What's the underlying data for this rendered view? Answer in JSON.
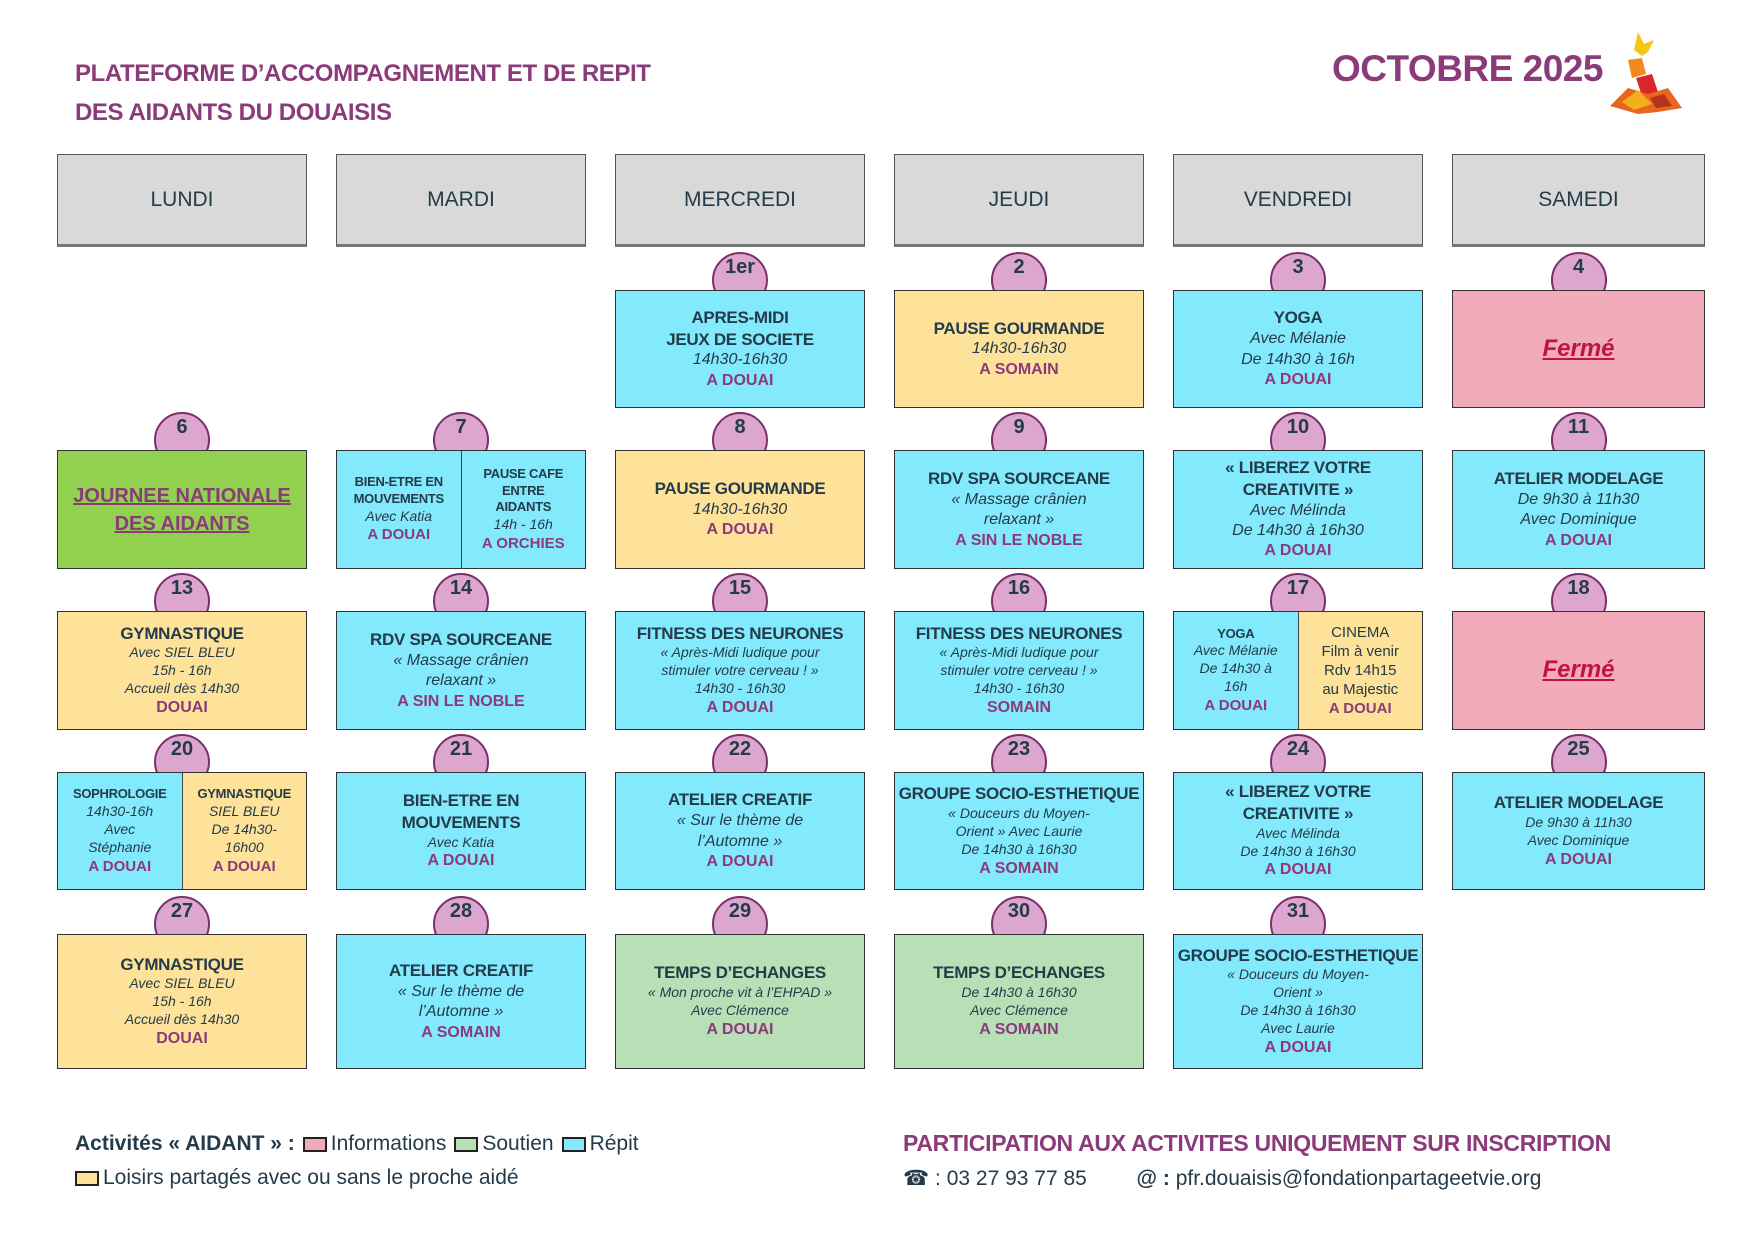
{
  "header": {
    "title_line1": "PLATEFORME D’ACCOMPAGNEMENT ET DE REPIT",
    "title_line2": "DES AIDANTS DU DOUAISIS",
    "month": "OCTOBRE 2025"
  },
  "colors": {
    "repit": "#83e9fd",
    "loisirs": "#ffe29a",
    "information": "#f2abba",
    "soutien": "#b8e0b6",
    "journee": "#92d050",
    "accent": "#8b3a7a"
  },
  "days": [
    "LUNDI",
    "MARDI",
    "MERCREDI",
    "JEUDI",
    "VENDREDI",
    "SAMEDI"
  ],
  "cells": [
    {
      "day": "1er",
      "col": 2,
      "row": 0,
      "parts": [
        {
          "type": "repit",
          "lines": [
            {
              "t": "APRES-MIDI",
              "k": "h"
            },
            {
              "t": "JEUX DE SOCIETE",
              "k": "h"
            },
            {
              "t": "14h30-16h30",
              "k": "i"
            },
            {
              "t": "A DOUAI",
              "k": "p"
            }
          ]
        }
      ]
    },
    {
      "day": "2",
      "col": 3,
      "row": 0,
      "parts": [
        {
          "type": "loisirs",
          "lines": [
            {
              "t": "PAUSE GOURMANDE",
              "k": "h"
            },
            {
              "t": "14h30-16h30",
              "k": "i"
            },
            {
              "t": "A SOMAIN",
              "k": "p"
            }
          ]
        }
      ]
    },
    {
      "day": "3",
      "col": 4,
      "row": 0,
      "parts": [
        {
          "type": "repit",
          "lines": [
            {
              "t": "YOGA",
              "k": "h"
            },
            {
              "t": "Avec Mélanie",
              "k": "i"
            },
            {
              "t": "De 14h30 à 16h",
              "k": "i"
            },
            {
              "t": "A DOUAI",
              "k": "p"
            }
          ]
        }
      ]
    },
    {
      "day": "4",
      "col": 5,
      "row": 0,
      "parts": [
        {
          "type": "information",
          "lines": [
            {
              "t": "Fermé",
              "k": "f"
            }
          ]
        }
      ]
    },
    {
      "day": "6",
      "col": 0,
      "row": 1,
      "parts": [
        {
          "type": "journee",
          "lines": [
            {
              "t": "JOURNEE NATIONALE",
              "k": "u"
            },
            {
              "t": "DES AIDANTS",
              "k": "u"
            }
          ]
        }
      ]
    },
    {
      "day": "7",
      "col": 1,
      "row": 1,
      "small": true,
      "parts": [
        {
          "type": "repit",
          "lines": [
            {
              "t": "BIEN-ETRE EN",
              "k": "h"
            },
            {
              "t": "MOUVEMENTS",
              "k": "h"
            },
            {
              "t": "Avec Katia",
              "k": "i"
            },
            {
              "t": "A DOUAI",
              "k": "p"
            }
          ]
        },
        {
          "type": "repit",
          "lines": [
            {
              "t": "PAUSE CAFE",
              "k": "h"
            },
            {
              "t": "ENTRE",
              "k": "h"
            },
            {
              "t": "AIDANTS",
              "k": "h"
            },
            {
              "t": "14h - 16h",
              "k": "i"
            },
            {
              "t": "A ORCHIES",
              "k": "p"
            }
          ]
        }
      ]
    },
    {
      "day": "8",
      "col": 2,
      "row": 1,
      "parts": [
        {
          "type": "loisirs",
          "lines": [
            {
              "t": "PAUSE GOURMANDE",
              "k": "h"
            },
            {
              "t": "14h30-16h30",
              "k": "i"
            },
            {
              "t": "A DOUAI",
              "k": "p"
            }
          ]
        }
      ]
    },
    {
      "day": "9",
      "col": 3,
      "row": 1,
      "parts": [
        {
          "type": "repit",
          "lines": [
            {
              "t": "RDV SPA SOURCEANE",
              "k": "h"
            },
            {
              "t": "« Massage crânien",
              "k": "i"
            },
            {
              "t": "relaxant »",
              "k": "i"
            },
            {
              "t": "A SIN LE NOBLE",
              "k": "p"
            }
          ]
        }
      ]
    },
    {
      "day": "10",
      "col": 4,
      "row": 1,
      "parts": [
        {
          "type": "repit",
          "lines": [
            {
              "t": "« LIBEREZ VOTRE",
              "k": "h"
            },
            {
              "t": "CREATIVITE »",
              "k": "h"
            },
            {
              "t": "Avec Mélinda",
              "k": "i"
            },
            {
              "t": "De 14h30 à 16h30",
              "k": "i"
            },
            {
              "t": "A DOUAI",
              "k": "p"
            }
          ]
        }
      ]
    },
    {
      "day": "11",
      "col": 5,
      "row": 1,
      "parts": [
        {
          "type": "repit",
          "lines": [
            {
              "t": "ATELIER MODELAGE",
              "k": "h"
            },
            {
              "t": "De 9h30 à 11h30",
              "k": "i"
            },
            {
              "t": "Avec Dominique",
              "k": "i"
            },
            {
              "t": "A DOUAI",
              "k": "p"
            }
          ]
        }
      ]
    },
    {
      "day": "13",
      "col": 0,
      "row": 2,
      "parts": [
        {
          "type": "loisirs",
          "lines": [
            {
              "t": "GYMNASTIQUE",
              "k": "h"
            },
            {
              "t": "Avec SIEL BLEU",
              "k": "s"
            },
            {
              "t": "15h - 16h",
              "k": "s"
            },
            {
              "t": "Accueil dès 14h30",
              "k": "s"
            },
            {
              "t": "DOUAI",
              "k": "p"
            }
          ]
        }
      ]
    },
    {
      "day": "14",
      "col": 1,
      "row": 2,
      "parts": [
        {
          "type": "repit",
          "lines": [
            {
              "t": "RDV SPA SOURCEANE",
              "k": "h"
            },
            {
              "t": "« Massage crânien",
              "k": "i"
            },
            {
              "t": "relaxant »",
              "k": "i"
            },
            {
              "t": "A SIN LE NOBLE",
              "k": "p"
            }
          ]
        }
      ]
    },
    {
      "day": "15",
      "col": 2,
      "row": 2,
      "parts": [
        {
          "type": "repit",
          "lines": [
            {
              "t": "FITNESS DES NEURONES",
              "k": "h"
            },
            {
              "t": "« Après-Midi ludique pour",
              "k": "s"
            },
            {
              "t": "stimuler votre cerveau ! »",
              "k": "s"
            },
            {
              "t": "14h30 - 16h30",
              "k": "s"
            },
            {
              "t": "A DOUAI",
              "k": "p"
            }
          ]
        }
      ]
    },
    {
      "day": "16",
      "col": 3,
      "row": 2,
      "parts": [
        {
          "type": "repit",
          "lines": [
            {
              "t": "FITNESS DES NEURONES",
              "k": "h"
            },
            {
              "t": "« Après-Midi ludique pour",
              "k": "s"
            },
            {
              "t": "stimuler votre cerveau ! »",
              "k": "s"
            },
            {
              "t": "14h30 - 16h30",
              "k": "s"
            },
            {
              "t": "SOMAIN",
              "k": "p"
            }
          ]
        }
      ]
    },
    {
      "day": "17",
      "col": 4,
      "row": 2,
      "small": true,
      "parts": [
        {
          "type": "repit",
          "lines": [
            {
              "t": "YOGA",
              "k": "h"
            },
            {
              "t": "Avec Mélanie",
              "k": "s"
            },
            {
              "t": "De 14h30 à",
              "k": "s"
            },
            {
              "t": "16h",
              "k": "s"
            },
            {
              "t": "A DOUAI",
              "k": "p"
            }
          ]
        },
        {
          "type": "loisirs",
          "lines": [
            {
              "t": "CINEMA",
              "k": "n"
            },
            {
              "t": "Film à venir",
              "k": "n"
            },
            {
              "t": "Rdv 14h15",
              "k": "n"
            },
            {
              "t": "au Majestic",
              "k": "n"
            },
            {
              "t": "A DOUAI",
              "k": "p"
            }
          ]
        }
      ]
    },
    {
      "day": "18",
      "col": 5,
      "row": 2,
      "parts": [
        {
          "type": "information",
          "lines": [
            {
              "t": "Fermé",
              "k": "f"
            }
          ]
        }
      ]
    },
    {
      "day": "20",
      "col": 0,
      "row": 3,
      "small": true,
      "parts": [
        {
          "type": "repit",
          "lines": [
            {
              "t": "SOPHROLOGIE",
              "k": "h"
            },
            {
              "t": "14h30-16h",
              "k": "s"
            },
            {
              "t": "Avec",
              "k": "s"
            },
            {
              "t": "Stéphanie",
              "k": "s"
            },
            {
              "t": "A DOUAI",
              "k": "p"
            }
          ]
        },
        {
          "type": "loisirs",
          "lines": [
            {
              "t": "GYMNASTIQUE",
              "k": "h"
            },
            {
              "t": "SIEL BLEU",
              "k": "s"
            },
            {
              "t": "De 14h30-",
              "k": "s"
            },
            {
              "t": "16h00",
              "k": "s"
            },
            {
              "t": "A DOUAI",
              "k": "p"
            }
          ]
        }
      ]
    },
    {
      "day": "21",
      "col": 1,
      "row": 3,
      "parts": [
        {
          "type": "repit",
          "lines": [
            {
              "t": "BIEN-ETRE EN",
              "k": "h"
            },
            {
              "t": "MOUVEMENTS",
              "k": "h"
            },
            {
              "t": "Avec Katia",
              "k": "s"
            },
            {
              "t": "A DOUAI",
              "k": "p"
            }
          ]
        }
      ]
    },
    {
      "day": "22",
      "col": 2,
      "row": 3,
      "parts": [
        {
          "type": "repit",
          "lines": [
            {
              "t": "ATELIER CREATIF",
              "k": "h"
            },
            {
              "t": "« Sur le thème de",
              "k": "i"
            },
            {
              "t": "l’Automne »",
              "k": "i"
            },
            {
              "t": "A DOUAI",
              "k": "p"
            }
          ]
        }
      ]
    },
    {
      "day": "23",
      "col": 3,
      "row": 3,
      "parts": [
        {
          "type": "repit",
          "lines": [
            {
              "t": "GROUPE SOCIO-ESTHETIQUE",
              "k": "h"
            },
            {
              "t": "« Douceurs du Moyen-",
              "k": "s"
            },
            {
              "t": "Orient » Avec Laurie",
              "k": "s"
            },
            {
              "t": "De 14h30 à 16h30",
              "k": "s"
            },
            {
              "t": "A SOMAIN",
              "k": "p"
            }
          ]
        }
      ]
    },
    {
      "day": "24",
      "col": 4,
      "row": 3,
      "parts": [
        {
          "type": "repit",
          "lines": [
            {
              "t": "« LIBEREZ VOTRE",
              "k": "h"
            },
            {
              "t": "CREATIVITE »",
              "k": "h"
            },
            {
              "t": "Avec Mélinda",
              "k": "s"
            },
            {
              "t": "De 14h30 à 16h30",
              "k": "s"
            },
            {
              "t": "A DOUAI",
              "k": "p"
            }
          ]
        }
      ]
    },
    {
      "day": "25",
      "col": 5,
      "row": 3,
      "parts": [
        {
          "type": "repit",
          "lines": [
            {
              "t": "ATELIER MODELAGE",
              "k": "h"
            },
            {
              "t": "De 9h30 à 11h30",
              "k": "s"
            },
            {
              "t": "Avec Dominique",
              "k": "s"
            },
            {
              "t": "A DOUAI",
              "k": "p"
            }
          ]
        }
      ]
    },
    {
      "day": "27",
      "col": 0,
      "row": 4,
      "parts": [
        {
          "type": "loisirs",
          "lines": [
            {
              "t": "GYMNASTIQUE",
              "k": "h"
            },
            {
              "t": "Avec SIEL BLEU",
              "k": "s"
            },
            {
              "t": "15h - 16h",
              "k": "s"
            },
            {
              "t": "Accueil dès 14h30",
              "k": "s"
            },
            {
              "t": "DOUAI",
              "k": "p"
            }
          ]
        }
      ]
    },
    {
      "day": "28",
      "col": 1,
      "row": 4,
      "parts": [
        {
          "type": "repit",
          "lines": [
            {
              "t": "ATELIER CREATIF",
              "k": "h"
            },
            {
              "t": "« Sur le thème de",
              "k": "i"
            },
            {
              "t": "l’Automne »",
              "k": "i"
            },
            {
              "t": "A SOMAIN",
              "k": "p"
            }
          ]
        }
      ]
    },
    {
      "day": "29",
      "col": 2,
      "row": 4,
      "parts": [
        {
          "type": "soutien",
          "lines": [
            {
              "t": "TEMPS D’ECHANGES",
              "k": "h"
            },
            {
              "t": "« Mon proche vit à l’EHPAD »",
              "k": "s"
            },
            {
              "t": "Avec Clémence",
              "k": "s"
            },
            {
              "t": "A DOUAI",
              "k": "p"
            }
          ]
        }
      ]
    },
    {
      "day": "30",
      "col": 3,
      "row": 4,
      "parts": [
        {
          "type": "soutien",
          "lines": [
            {
              "t": "TEMPS D’ECHANGES",
              "k": "h"
            },
            {
              "t": "De 14h30 à 16h30",
              "k": "s"
            },
            {
              "t": "Avec Clémence",
              "k": "s"
            },
            {
              "t": "A SOMAIN",
              "k": "p"
            }
          ]
        }
      ]
    },
    {
      "day": "31",
      "col": 4,
      "row": 4,
      "parts": [
        {
          "type": "repit",
          "lines": [
            {
              "t": "GROUPE SOCIO-ESTHETIQUE",
              "k": "h"
            },
            {
              "t": "« Douceurs du Moyen-",
              "k": "s"
            },
            {
              "t": "Orient »",
              "k": "s"
            },
            {
              "t": "De 14h30 à 16h30",
              "k": "s"
            },
            {
              "t": "Avec Laurie",
              "k": "s"
            },
            {
              "t": "A DOUAI",
              "k": "p"
            }
          ]
        }
      ]
    }
  ],
  "legend": {
    "label": "Activités « AIDANT » :",
    "items": [
      {
        "label": "Informations",
        "type": "information"
      },
      {
        "label": "Soutien",
        "type": "soutien"
      },
      {
        "label": "Répit",
        "type": "repit"
      }
    ],
    "loisirs_label": "Loisirs partagés avec ou sans le proche aidé"
  },
  "footer": {
    "inscription": "PARTICIPATION AUX ACTIVITES UNIQUEMENT SUR INSCRIPTION",
    "phone_label": ":",
    "phone": "03 27 93 77 85",
    "email_label": "@ :",
    "email": "pfr.douaisis@fondationpartageetvie.org"
  }
}
